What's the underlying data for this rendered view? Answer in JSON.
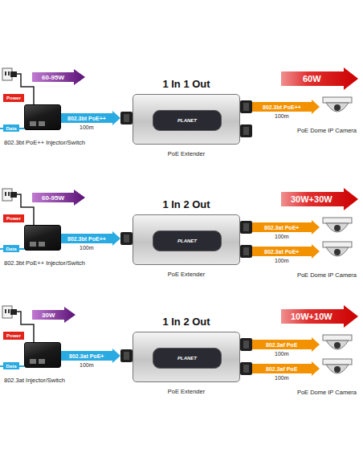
{
  "diagram": {
    "nodes": [
      {
        "text": [
          "Power"
        ]
      },
      {
        "text": [
          "Data"
        ]
      },
      {
        "text": [
          "802.3bt PoE++ Injector/Switch"
        ]
      },
      {
        "text": [
          "1 In 1 Out",
          "PoE Extender"
        ]
      },
      {
        "text": [
          "PoE Dome IP Camera"
        ]
      },
      {
        "text": [
          "Power"
        ]
      },
      {
        "text": [
          "Data"
        ]
      },
      {
        "text": [
          "802.3bt PoE++ Injector/Switch"
        ]
      },
      {
        "text": [
          "1 In 2 Out",
          "PoE Extender"
        ]
      },
      {
        "text": [
          "PoE Dome IP Camera"
        ]
      },
      {
        "text": [
          "Power"
        ]
      },
      {
        "text": [
          "Data"
        ]
      },
      {
        "text": [
          "802.3at Injector/Switch"
        ]
      },
      {
        "text": [
          "1 In 2 Out",
          "PoE Extender"
        ]
      },
      {
        "text": [
          "PoE Dome IP Camera"
        ]
      }
    ],
    "edges": [
      {
        "from": 1,
        "to": 2,
        "arrow": "none"
      },
      {
        "from": 2,
        "to": 3,
        "label": "802.3bt PoE++",
        "arrow": "to"
      },
      {
        "from": 3,
        "to": 4,
        "label": "802.3bt PoE++",
        "arrow": "to"
      },
      {
        "from": 6,
        "to": 7,
        "arrow": "none"
      },
      {
        "from": 7,
        "to": 8,
        "label": "802.3bt PoE++",
        "arrow": "to"
      },
      {
        "from": 8,
        "to": 9,
        "label": "802.3at PoE+",
        "arrow": "to"
      },
      {
        "from": 8,
        "to": 9,
        "label": "802.3at PoE+",
        "arrow": "to"
      },
      {
        "from": 11,
        "to": 12,
        "arrow": "none"
      },
      {
        "from": 12,
        "to": 13,
        "label": "802.3at PoE+",
        "arrow": "to"
      },
      {
        "from": 13,
        "to": 14,
        "label": "802.3af PoE",
        "arrow": "to"
      },
      {
        "from": 13,
        "to": 14,
        "label": "802.3af PoE",
        "arrow": "to"
      }
    ],
    "labels": [
      "60-95W",
      "100m",
      "PLANET",
      "60W",
      "100m",
      "60-95W",
      "100m",
      "PLANET",
      "30W+30W",
      "100m",
      "100m",
      "30W",
      "100m",
      "PLANET",
      "10W+10W",
      "100m",
      "100m"
    ]
  }
}
